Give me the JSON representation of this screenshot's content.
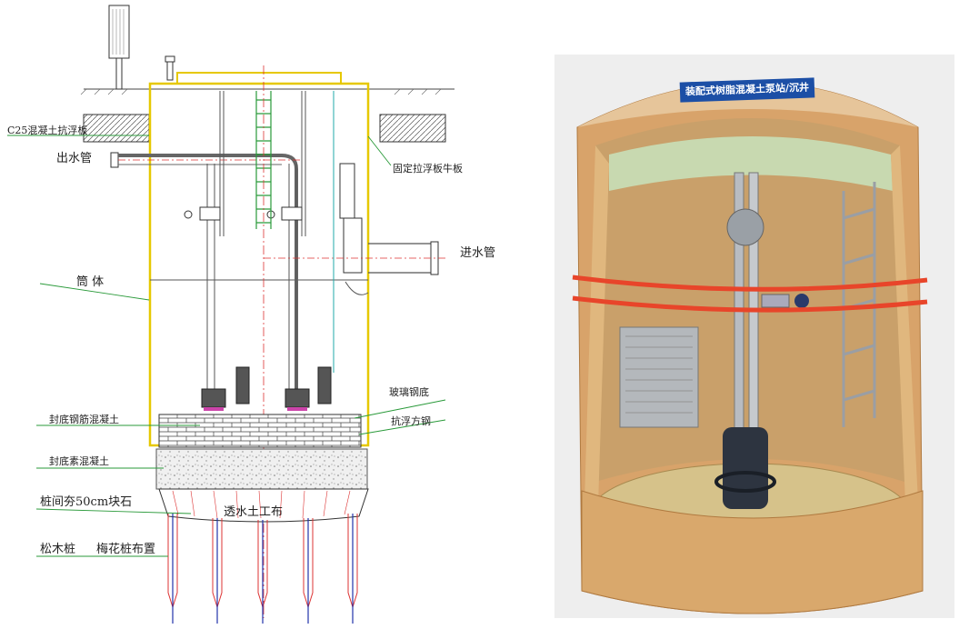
{
  "diagram": {
    "labels": {
      "c25_slab": "C25混凝土抗浮板",
      "outlet_pipe": "出水管",
      "fix_bracket": "固定拉浮板牛板",
      "inlet_pipe": "进水管",
      "shell": "筒 体",
      "fiberglass_bottom": "玻璃钢底",
      "sealing_rc": "封底钢筋混凝土",
      "anti_float_steel": "抗浮方钢",
      "sealing_plain": "封底素混凝土",
      "pile_gap_stone": "桩间夯50cm块石",
      "geotextile": "透水土工布",
      "pine_pile": "松木桩",
      "plum_layout": "梅花桩布置"
    }
  },
  "photo": {
    "sign_text": "装配式树脂混凝土泵站/沉井",
    "colors": {
      "tank": "#d8a36a",
      "strap": "#e8452a",
      "sign": "#1c4fa6"
    }
  }
}
